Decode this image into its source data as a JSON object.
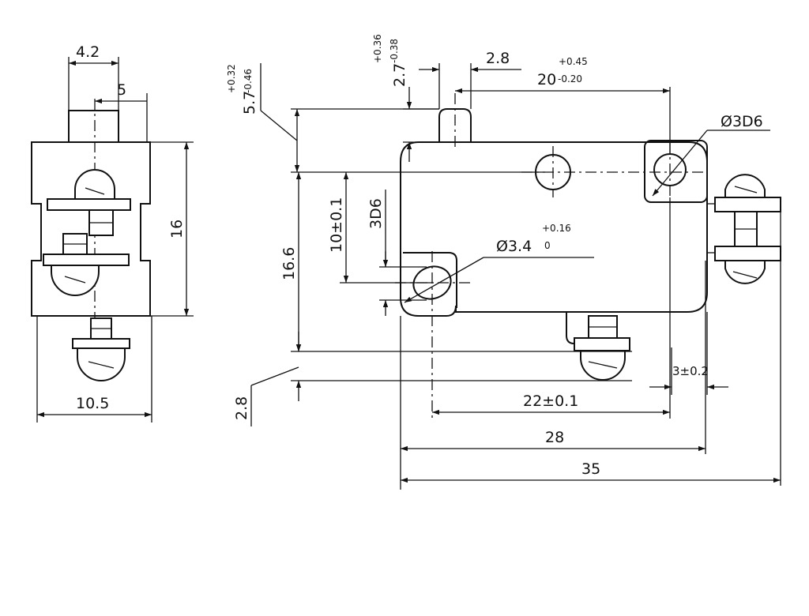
{
  "colors": {
    "line": "#111111",
    "background": "#ffffff"
  },
  "side_view": {
    "width_top_a": "4.2",
    "width_top_b": "5",
    "height": "16",
    "width_bottom": "10.5"
  },
  "front_view": {
    "dim_5_7": "5.7",
    "dim_5_7_tol_upper": "+0.32",
    "dim_5_7_tol_lower": "-0.46",
    "dim_2_7": "2.7",
    "dim_2_7_tol_upper": "+0.36",
    "dim_2_7_tol_lower": "-0.38",
    "dim_2_8_top": "2.8",
    "dim_20": "20",
    "dim_20_tol_upper": "+0.45",
    "dim_20_tol_lower": "-0.20",
    "hole_large": "Ø3D6",
    "hole_small": "Ø3.4",
    "hole_small_tol_upper": "+0.16",
    "hole_small_tol_lower": "0",
    "dim_3d6": "3D6",
    "dim_10": "10±0.1",
    "dim_16_6": "16.6",
    "dim_2_8_bottom": "2.8",
    "dim_3": "3±0.2",
    "dim_22": "22±0.1",
    "dim_28": "28",
    "dim_35": "35"
  }
}
